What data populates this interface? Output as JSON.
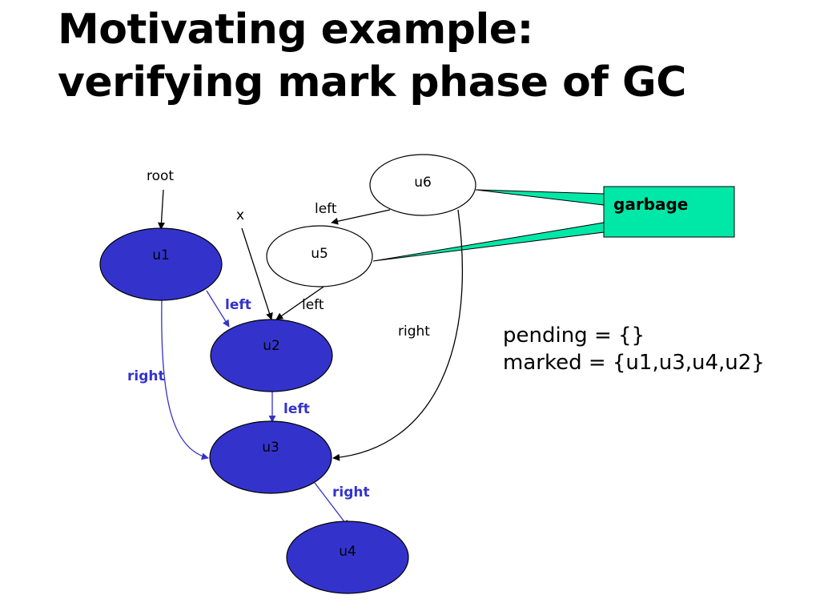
{
  "slide": {
    "title_line1": "Motivating example:",
    "title_line2": "verifying mark phase of GC"
  },
  "colors": {
    "marked_fill": "#3333cc",
    "unmarked_fill": "#ffffff",
    "marked_edge": "#3333cc",
    "plain_edge": "#000000",
    "callout_fill": "#00e8a8"
  },
  "nodes": {
    "u1": "u1",
    "u2": "u2",
    "u3": "u3",
    "u4": "u4",
    "u5": "u5",
    "u6": "u6"
  },
  "pointers": {
    "root": "root",
    "x": "x"
  },
  "edges": {
    "u1_left": "left",
    "u1_right": "right",
    "u2_left": "left",
    "u3_right": "right",
    "u5_left": "left",
    "u6_left": "left",
    "u6_right": "right"
  },
  "callout": {
    "label": "garbage"
  },
  "state": {
    "pending": "pending = {}",
    "marked": "marked = {u1,u3,u4,u2}"
  }
}
